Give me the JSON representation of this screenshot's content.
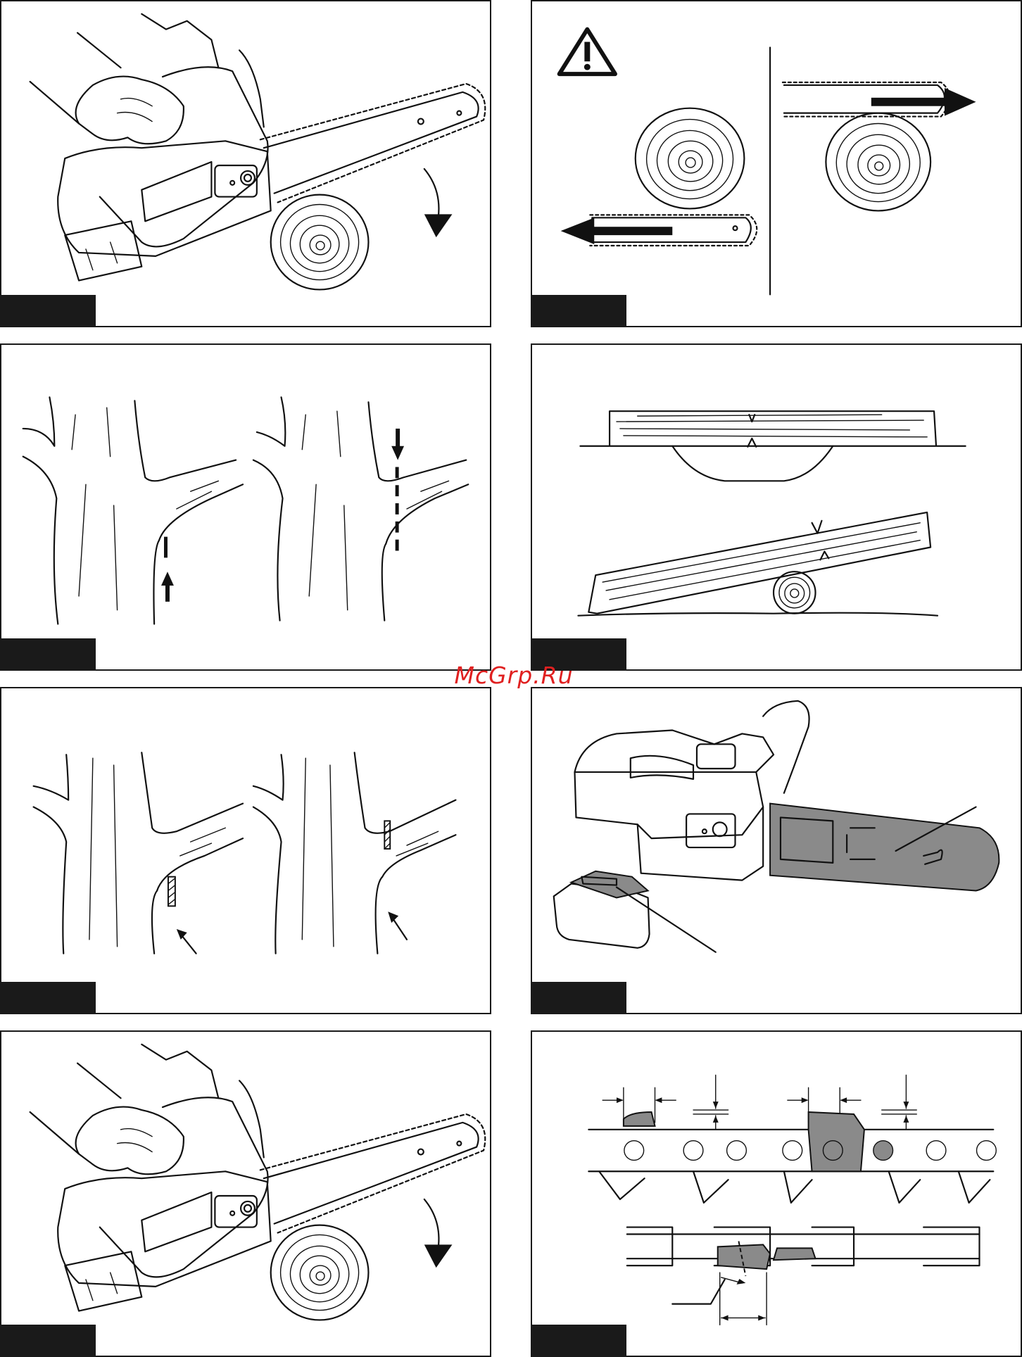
{
  "watermark": {
    "text": "McGrp.Ru",
    "color": "#e02020"
  },
  "figures": [
    {
      "id": "fig1",
      "content": "chainsaw-cutting-log"
    },
    {
      "id": "fig2",
      "content": "kickback-warning-log"
    },
    {
      "id": "fig3",
      "content": "branch-undercut"
    },
    {
      "id": "fig4",
      "content": "log-support-pinching"
    },
    {
      "id": "fig5",
      "content": "branch-collar-cut"
    },
    {
      "id": "fig6",
      "content": "chainsaw-guide-bar-battery"
    },
    {
      "id": "fig7",
      "content": "chainsaw-cutting-log"
    },
    {
      "id": "fig8",
      "content": "saw-chain-cutter-depth"
    }
  ],
  "icons": {
    "warning": "warning-triangle-icon"
  }
}
